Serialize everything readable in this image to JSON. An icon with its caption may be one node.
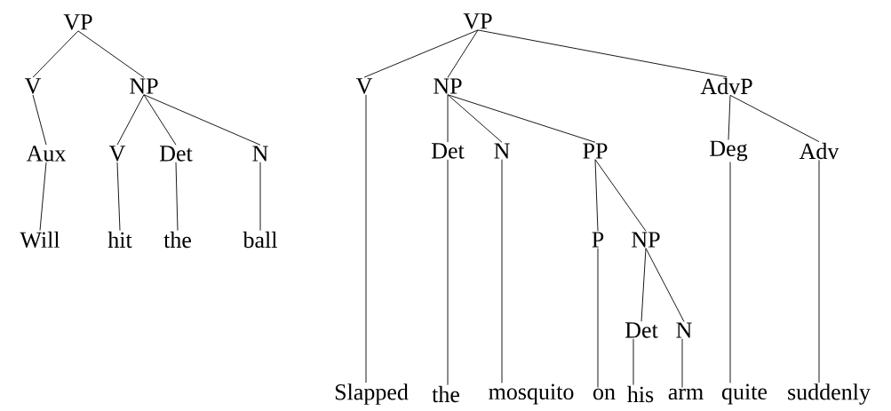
{
  "diagram": {
    "nodes": [
      {
        "text": [
          "VP"
        ]
      },
      {
        "text": [
          "V"
        ]
      },
      {
        "text": [
          "NP"
        ]
      },
      {
        "text": [
          "Aux"
        ]
      },
      {
        "text": [
          "V"
        ]
      },
      {
        "text": [
          "Det"
        ]
      },
      {
        "text": [
          "N"
        ]
      },
      {
        "text": [
          "Will"
        ]
      },
      {
        "text": [
          "hit"
        ]
      },
      {
        "text": [
          "the"
        ]
      },
      {
        "text": [
          "ball"
        ]
      },
      {
        "text": [
          "VP"
        ]
      },
      {
        "text": [
          "V"
        ]
      },
      {
        "text": [
          "NP"
        ]
      },
      {
        "text": [
          "AdvP"
        ]
      },
      {
        "text": [
          "Det"
        ]
      },
      {
        "text": [
          "N"
        ]
      },
      {
        "text": [
          "PP"
        ]
      },
      {
        "text": [
          "Deg"
        ]
      },
      {
        "text": [
          "Adv"
        ]
      },
      {
        "text": [
          "P"
        ]
      },
      {
        "text": [
          "NP"
        ]
      },
      {
        "text": [
          "Det"
        ]
      },
      {
        "text": [
          "N"
        ]
      },
      {
        "text": [
          "Slapped"
        ]
      },
      {
        "text": [
          "the"
        ]
      },
      {
        "text": [
          "mosquito"
        ]
      },
      {
        "text": [
          "on"
        ]
      },
      {
        "text": [
          "his"
        ]
      },
      {
        "text": [
          "arm"
        ]
      },
      {
        "text": [
          "quite"
        ]
      },
      {
        "text": [
          "suddenly"
        ]
      }
    ],
    "edges": [
      {
        "from": 0,
        "to": 1,
        "arrow": "none"
      },
      {
        "from": 0,
        "to": 2,
        "arrow": "none"
      },
      {
        "from": 1,
        "to": 3,
        "arrow": "none"
      },
      {
        "from": 2,
        "to": 4,
        "arrow": "none"
      },
      {
        "from": 2,
        "to": 5,
        "arrow": "none"
      },
      {
        "from": 2,
        "to": 6,
        "arrow": "none"
      },
      {
        "from": 3,
        "to": 7,
        "arrow": "none"
      },
      {
        "from": 4,
        "to": 8,
        "arrow": "none"
      },
      {
        "from": 5,
        "to": 9,
        "arrow": "none"
      },
      {
        "from": 6,
        "to": 10,
        "arrow": "none"
      },
      {
        "from": 11,
        "to": 12,
        "arrow": "none"
      },
      {
        "from": 11,
        "to": 13,
        "arrow": "none"
      },
      {
        "from": 11,
        "to": 14,
        "arrow": "none"
      },
      {
        "from": 12,
        "to": 24,
        "arrow": "none"
      },
      {
        "from": 13,
        "to": 15,
        "arrow": "none"
      },
      {
        "from": 13,
        "to": 16,
        "arrow": "none"
      },
      {
        "from": 13,
        "to": 17,
        "arrow": "none"
      },
      {
        "from": 15,
        "to": 25,
        "arrow": "none"
      },
      {
        "from": 16,
        "to": 26,
        "arrow": "none"
      },
      {
        "from": 17,
        "to": 20,
        "arrow": "none"
      },
      {
        "from": 17,
        "to": 21,
        "arrow": "none"
      },
      {
        "from": 20,
        "to": 27,
        "arrow": "none"
      },
      {
        "from": 21,
        "to": 22,
        "arrow": "none"
      },
      {
        "from": 21,
        "to": 23,
        "arrow": "none"
      },
      {
        "from": 22,
        "to": 28,
        "arrow": "none"
      },
      {
        "from": 23,
        "to": 29,
        "arrow": "none"
      },
      {
        "from": 14,
        "to": 18,
        "arrow": "none"
      },
      {
        "from": 14,
        "to": 19,
        "arrow": "none"
      },
      {
        "from": 18,
        "to": 30,
        "arrow": "none"
      },
      {
        "from": 19,
        "to": 31,
        "arrow": "none"
      }
    ]
  }
}
